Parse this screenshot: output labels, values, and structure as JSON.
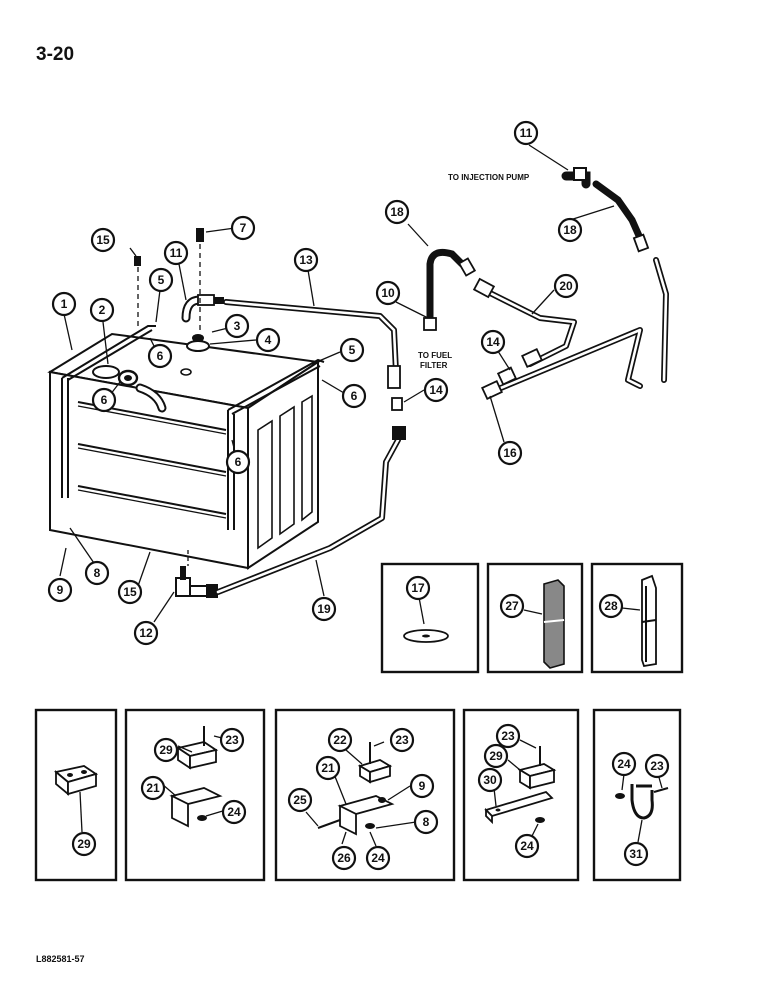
{
  "page_number": "3-20",
  "footer_code": "L882581-57",
  "notes": {
    "to_injection_pump": "TO INJECTION PUMP",
    "to_fuel_line1": "TO FUEL",
    "to_fuel_line2": "FILTER"
  },
  "callouts": {
    "c1": "1",
    "c2": "2",
    "c3": "3",
    "c4": "4",
    "c5a": "5",
    "c5b": "5",
    "c6a": "6",
    "c6b": "6",
    "c6c": "6",
    "c6d": "6",
    "c7": "7",
    "c8": "8",
    "c9": "9",
    "c10": "10",
    "c11a": "11",
    "c11b": "11",
    "c12": "12",
    "c13": "13",
    "c14a": "14",
    "c14b": "14",
    "c15a": "15",
    "c15b": "15",
    "c16": "16",
    "c17": "17",
    "c18a": "18",
    "c18b": "18",
    "c19": "19",
    "c20": "20",
    "c27": "27",
    "c28": "28",
    "d1_29": "29",
    "d2_29": "29",
    "d2_23": "23",
    "d2_21": "21",
    "d2_24": "24",
    "d3_22": "22",
    "d3_23": "23",
    "d3_21": "21",
    "d3_9": "9",
    "d3_25": "25",
    "d3_8": "8",
    "d3_26": "26",
    "d3_24": "24",
    "d4_23": "23",
    "d4_29": "29",
    "d4_30": "30",
    "d4_24": "24",
    "d5_24": "24",
    "d5_23": "23",
    "d5_31": "31"
  }
}
